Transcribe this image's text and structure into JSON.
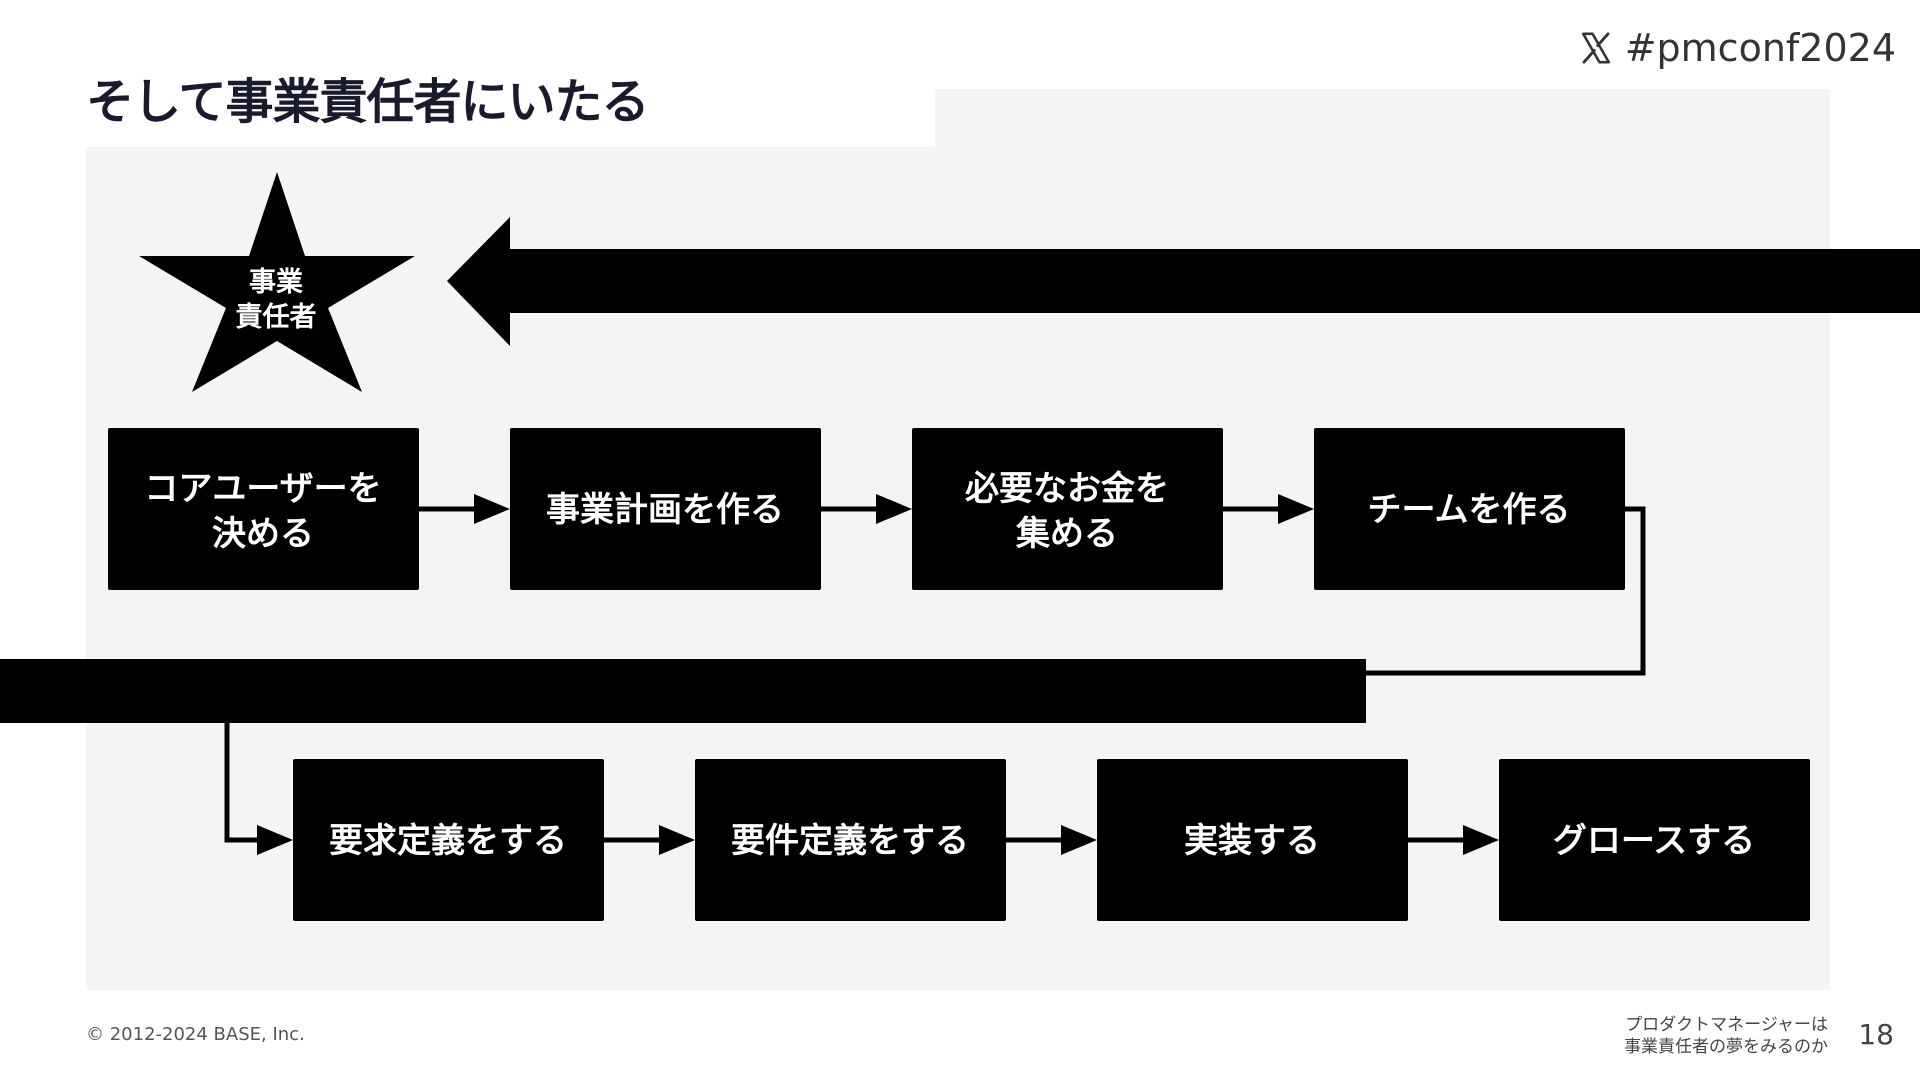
{
  "header": {
    "title": "そして事業責任者にいたる",
    "hashtag": "#pmconf2024"
  },
  "diagram": {
    "star_label_line1": "事業",
    "star_label_line2": "責任者",
    "row1": [
      {
        "line1": "コアユーザーを",
        "line2": "決める"
      },
      {
        "line1": "事業計画を作る",
        "line2": ""
      },
      {
        "line1": "必要なお金を",
        "line2": "集める"
      },
      {
        "line1": "チームを作る",
        "line2": ""
      }
    ],
    "row2": [
      {
        "line1": "要求定義をする",
        "line2": ""
      },
      {
        "line1": "要件定義をする",
        "line2": ""
      },
      {
        "line1": "実装する",
        "line2": ""
      },
      {
        "line1": "グロースする",
        "line2": ""
      }
    ]
  },
  "footer": {
    "copyright": "© 2012-2024 BASE, Inc.",
    "subtitle_line1": "プロダクトマネージャーは",
    "subtitle_line2": "事業責任者の夢をみるのか",
    "page_number": "18"
  },
  "colors": {
    "panel_background": "#f3f4f3",
    "box_fill": "#000000",
    "box_text": "#ffffff"
  }
}
